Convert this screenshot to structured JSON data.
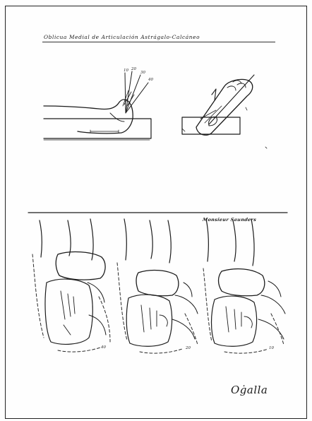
{
  "page": {
    "title": "Oblicua Medial de Articulación Astrágalo-Calcáneo",
    "credit": "Monsieur Saunders",
    "signature": "Oġalla"
  },
  "illustrations": {
    "top_left": {
      "angle_labels": [
        "10",
        "20",
        "30",
        "40"
      ],
      "foot": "foot-lateral-side"
    },
    "top_right": {
      "foot": "foot-oblique-view"
    },
    "bottom": [
      {
        "label": "40"
      },
      {
        "label": "20"
      },
      {
        "label": "10"
      }
    ]
  }
}
